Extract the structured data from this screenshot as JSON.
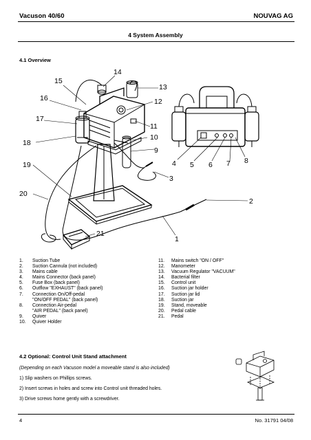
{
  "header": {
    "left": "Vacuson 40/60",
    "right": "NOUVAG AG"
  },
  "section_title": "4 System Assembly",
  "overview_title": "4.1 Overview",
  "callouts": [
    "1",
    "2",
    "3",
    "4",
    "5",
    "6",
    "7",
    "8",
    "9",
    "10",
    "11",
    "12",
    "13",
    "14",
    "15",
    "16",
    "17",
    "18",
    "19",
    "20",
    "21"
  ],
  "parts_left": [
    {
      "num": "1.",
      "text": "Suction Tube"
    },
    {
      "num": "2.",
      "text": "Suction Cannula (not included)"
    },
    {
      "num": "3.",
      "text": "Mains cable"
    },
    {
      "num": "4.",
      "text": "Mains Connector (back panel)"
    },
    {
      "num": "5.",
      "text": "Fuse Box (back panel)"
    },
    {
      "num": "6.",
      "text": "Outflow \"EXHAUST\" (back panel)"
    },
    {
      "num": "7.",
      "text": "Connection On/Off-pedal"
    },
    {
      "num": "",
      "text": "\"ON/OFF PEDAL\" (back panel)"
    },
    {
      "num": "8.",
      "text": "Connection Air-pedal"
    },
    {
      "num": "",
      "text": "\"AIR PEDAL\" (back panel)"
    },
    {
      "num": "9.",
      "text": "Quiver"
    },
    {
      "num": "10.",
      "text": "Quiver Holder"
    }
  ],
  "parts_right": [
    {
      "num": "11.",
      "text": "Mains switch \"ON / OFF\""
    },
    {
      "num": "12.",
      "text": "Manometer"
    },
    {
      "num": "13.",
      "text": "Vacuum Regulator \"VACUUM\""
    },
    {
      "num": "14.",
      "text": "Bacterial filter"
    },
    {
      "num": "15.",
      "text": "Control unit"
    },
    {
      "num": "16.",
      "text": "Suction jar holder"
    },
    {
      "num": "17.",
      "text": "Suction jar lid"
    },
    {
      "num": "18.",
      "text": "Suction jar"
    },
    {
      "num": "19.",
      "text": "Stand, moveable"
    },
    {
      "num": "20.",
      "text": "Pedal cable"
    },
    {
      "num": "21.",
      "text": "Pedal"
    }
  ],
  "optional": {
    "title": "4.2 Optional: Control Unit Stand attachment",
    "note": "(Depending on each Vacuson model a moveable stand is also included)",
    "steps": [
      "1) Slip washers on Phillips screws.",
      "2) Insert screws in holes and screw into Control unit threaded holes.",
      "3) Drive screws home gently with a screwdriver."
    ]
  },
  "footer": {
    "page": "4",
    "doc": "No. 31791 04/08"
  }
}
